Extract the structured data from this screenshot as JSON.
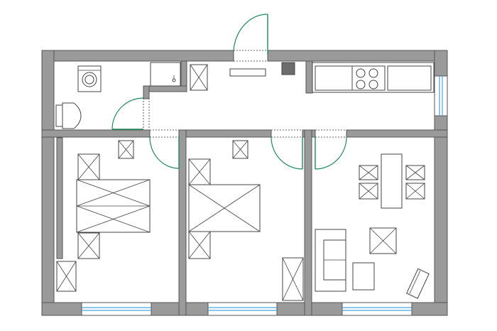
{
  "plan": {
    "kind": "apartment-floor-plan",
    "colors": {
      "wall": "#9a9a9a",
      "window_glass": "#4aa3df",
      "door": "#1f8a5c",
      "furniture_line": "#444444"
    },
    "rooms": [
      {
        "id": "hall"
      },
      {
        "id": "bathroom"
      },
      {
        "id": "kitchen"
      },
      {
        "id": "bedroom-1"
      },
      {
        "id": "bedroom-2"
      },
      {
        "id": "living-room"
      }
    ]
  }
}
